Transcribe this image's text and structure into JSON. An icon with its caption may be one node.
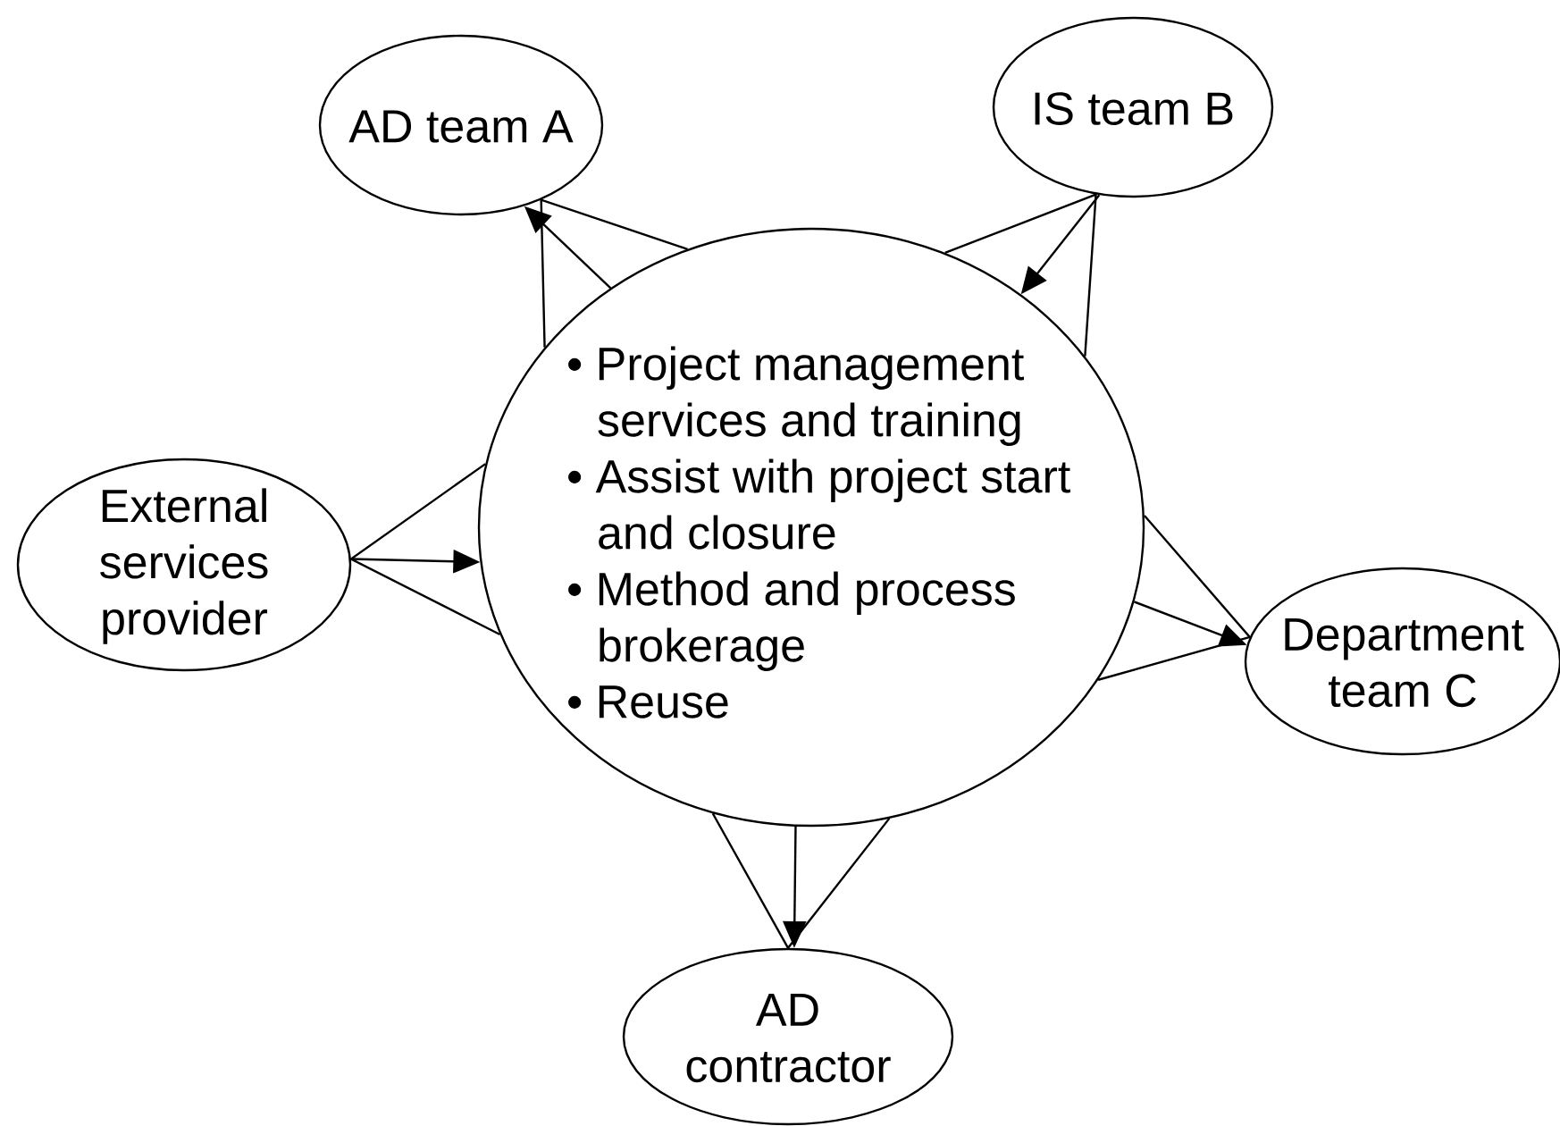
{
  "diagram": {
    "nodes": [
      {
        "text": [
          "• Project management services and training",
          "• Assist with project start and closure",
          "• Method and process brokerage",
          "• Reuse"
        ]
      },
      {
        "text": [
          "AD team A"
        ]
      },
      {
        "text": [
          "IS team B"
        ]
      },
      {
        "text": [
          "External services provider"
        ]
      },
      {
        "text": [
          "Department team C"
        ]
      },
      {
        "text": [
          "AD contractor"
        ]
      }
    ],
    "edges": [
      {
        "from": 0,
        "to": 1,
        "arrow": "to"
      },
      {
        "from": 2,
        "to": 0,
        "arrow": "to"
      },
      {
        "from": 3,
        "to": 0,
        "arrow": "to"
      },
      {
        "from": 0,
        "to": 4,
        "arrow": "to"
      },
      {
        "from": 0,
        "to": 5,
        "arrow": "to"
      }
    ]
  }
}
